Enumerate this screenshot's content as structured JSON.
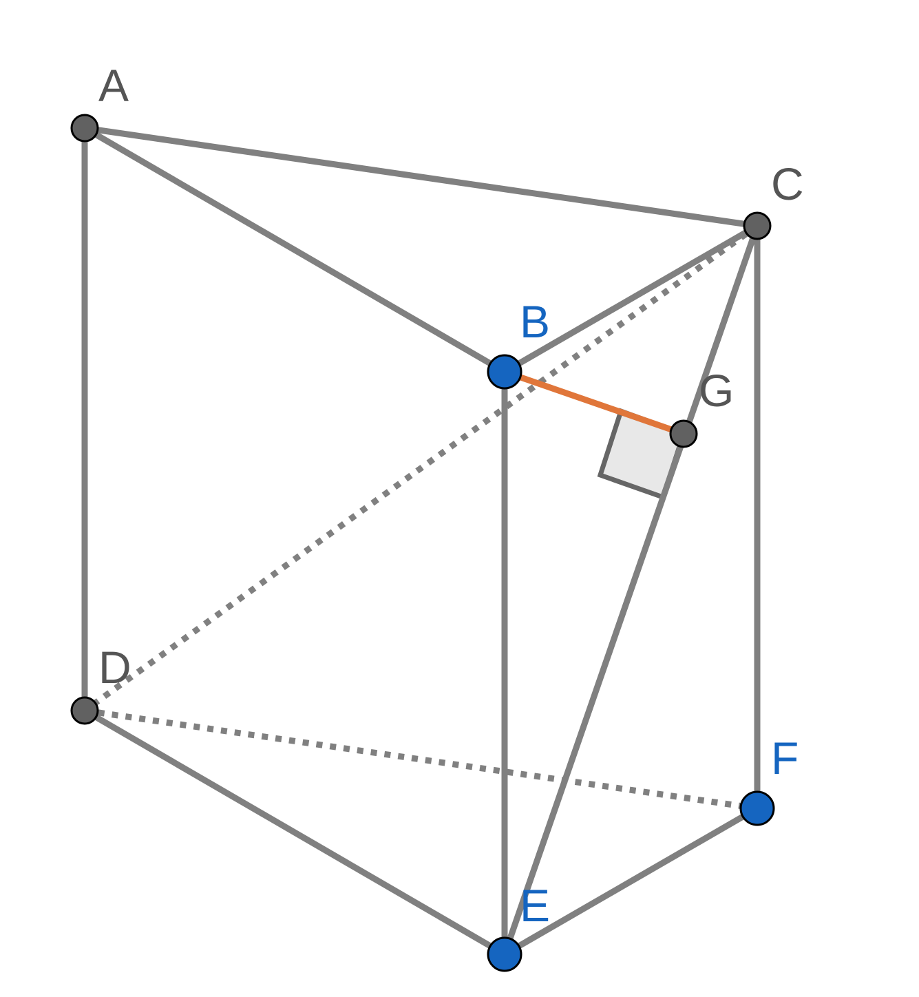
{
  "colors": {
    "edge": "#808080",
    "highlight": "#e0763a",
    "point_dark": "#616161",
    "point_blue": "#1565c0",
    "label_dark": "#555555",
    "label_blue": "#1565c0",
    "right_angle_fill": "#e8e8e8"
  },
  "points": {
    "A": {
      "label": "A",
      "style": "dark"
    },
    "B": {
      "label": "B",
      "style": "blue"
    },
    "C": {
      "label": "C",
      "style": "dark"
    },
    "D": {
      "label": "D",
      "style": "dark"
    },
    "E": {
      "label": "E",
      "style": "blue"
    },
    "F": {
      "label": "F",
      "style": "blue"
    },
    "G": {
      "label": "G",
      "style": "dark"
    }
  },
  "edges": [
    {
      "from": "A",
      "to": "B",
      "style": "solid"
    },
    {
      "from": "A",
      "to": "C",
      "style": "solid"
    },
    {
      "from": "B",
      "to": "C",
      "style": "solid"
    },
    {
      "from": "A",
      "to": "D",
      "style": "solid"
    },
    {
      "from": "B",
      "to": "E",
      "style": "solid"
    },
    {
      "from": "C",
      "to": "F",
      "style": "solid"
    },
    {
      "from": "D",
      "to": "E",
      "style": "solid"
    },
    {
      "from": "E",
      "to": "F",
      "style": "solid"
    },
    {
      "from": "C",
      "to": "E",
      "style": "solid"
    },
    {
      "from": "C",
      "to": "D",
      "style": "dashed"
    },
    {
      "from": "D",
      "to": "F",
      "style": "dashed"
    },
    {
      "from": "B",
      "to": "G",
      "style": "highlight"
    }
  ],
  "right_angle": {
    "at": "G",
    "between": [
      "B",
      "E"
    ]
  }
}
